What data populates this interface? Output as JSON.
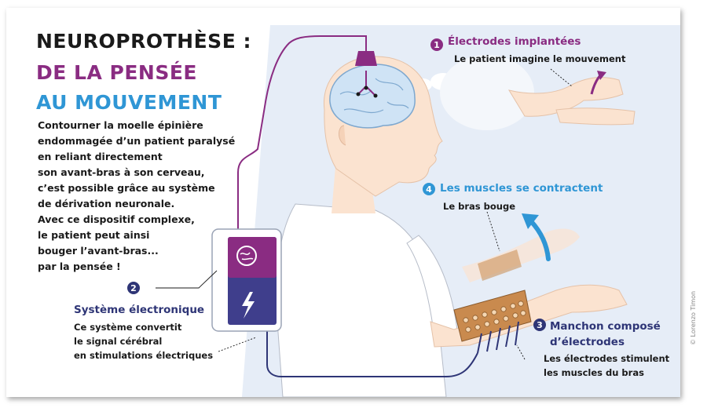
{
  "title_line1": "NEUROPROTHÈSE :",
  "title_line2": "DE LA PENSÉE",
  "title_line3": "AU MOUVEMENT",
  "intro": "Contourner la moelle épinière\nendommagée d’un patient paralysé\nen reliant directement\nson avant-bras à son cerveau,\nc’est possible grâce au système\nde dérivation neuronale.\nAvec ce dispositif complexe,\nle patient peut ainsi\nbouger l’avant-bras...\npar la pensée !",
  "steps": [
    {
      "number": "1",
      "title": "Électrodes implantées",
      "description": "Le patient imagine le mouvement"
    },
    {
      "number": "2",
      "title": "Système électronique",
      "description": "Ce système convertit\nle signal cérébral\nen stimulations électriques"
    },
    {
      "number": "3",
      "title": "Manchon composé\nd’électrodes",
      "description": "Les électrodes stimulent\nles muscles du bras"
    },
    {
      "number": "4",
      "title": "Les muscles se contractent",
      "description": "Le bras bouge"
    }
  ],
  "credit": "© Lorenzo Timon",
  "colors": {
    "purple": "#8a2c82",
    "blue": "#2f96d5",
    "navy": "#2e3576",
    "skin": "#fbe3d0",
    "background_panel": "#e6edf7",
    "brain": "#cfe3f5"
  },
  "icons": [
    "brain-icon",
    "lightning-icon"
  ]
}
